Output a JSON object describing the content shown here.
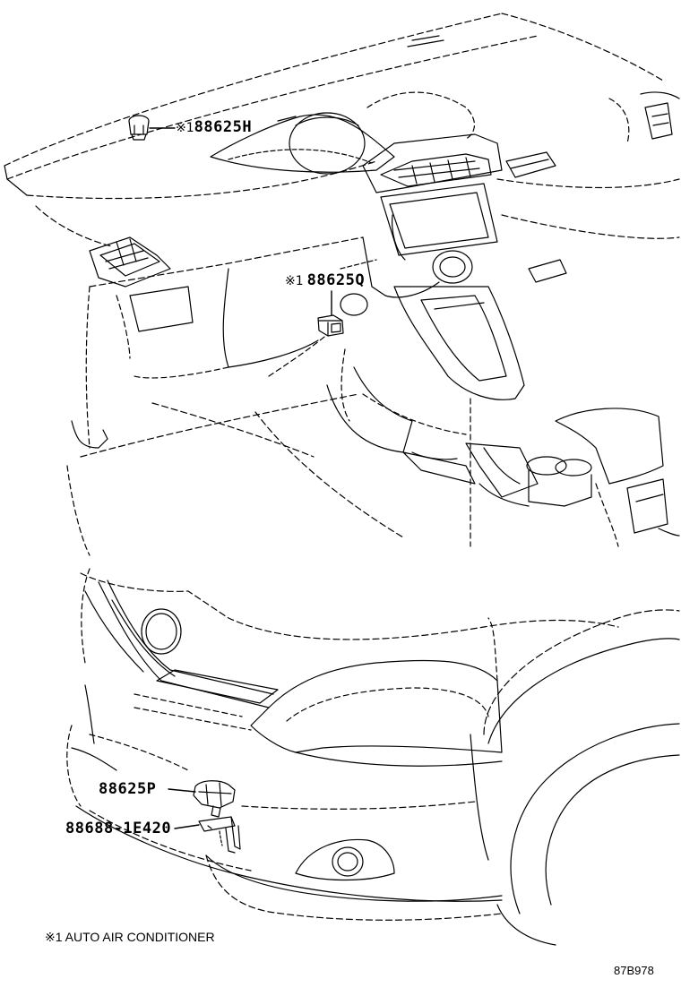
{
  "labels": {
    "sensor_dash_top": {
      "mark": "※1",
      "part": "88625H"
    },
    "sensor_dash_mid": {
      "mark": "※1",
      "part": "88625Q"
    },
    "sensor_front": {
      "part": "88625P"
    },
    "bracket_front": {
      "part": "88688-1E420"
    }
  },
  "footnote": "※1 AUTO AIR CONDITIONER",
  "figure_code": "87B978"
}
